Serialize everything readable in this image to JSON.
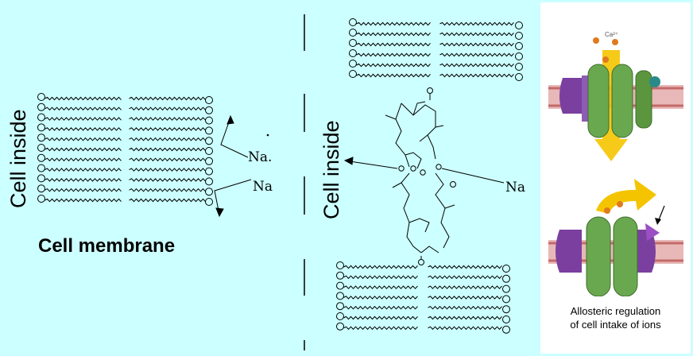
{
  "left_diagram": {
    "cell_inside_label": "Cell inside",
    "caption": "Cell membrane",
    "na_upper": "Na.",
    "na_lower": "Na"
  },
  "center_diagram": {
    "cell_inside_label": "Cell inside",
    "na_label": "Na"
  },
  "right_panel": {
    "ion_label": "Ca²⁺",
    "caption_line1": "Allosteric regulation",
    "caption_line2": "of cell intake of ions"
  },
  "colors": {
    "background": "#ccffff",
    "channel_green": "#6aa84f",
    "regulator_purple": "#7b3fa0",
    "membrane_red": "#c46a6a",
    "arrow_yellow": "#f5c400"
  }
}
